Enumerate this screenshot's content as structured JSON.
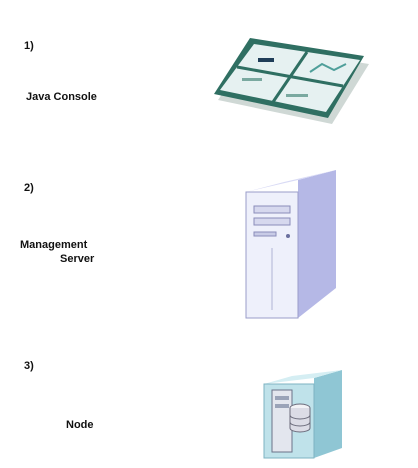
{
  "items": [
    {
      "number": "1)",
      "label": "Java Console",
      "icon": "java-console-icon"
    },
    {
      "number": "2)",
      "label_line1": "Management",
      "label_line2": "Server",
      "icon": "server-icon"
    },
    {
      "number": "3)",
      "label": "Node",
      "icon": "node-database-icon"
    }
  ],
  "colors": {
    "console_frame": "#2f6f62",
    "console_panel": "#e6f1f1",
    "server_front": "#eef0fb",
    "server_side": "#b5b8e6",
    "node_front": "#bfe2ea"
  }
}
